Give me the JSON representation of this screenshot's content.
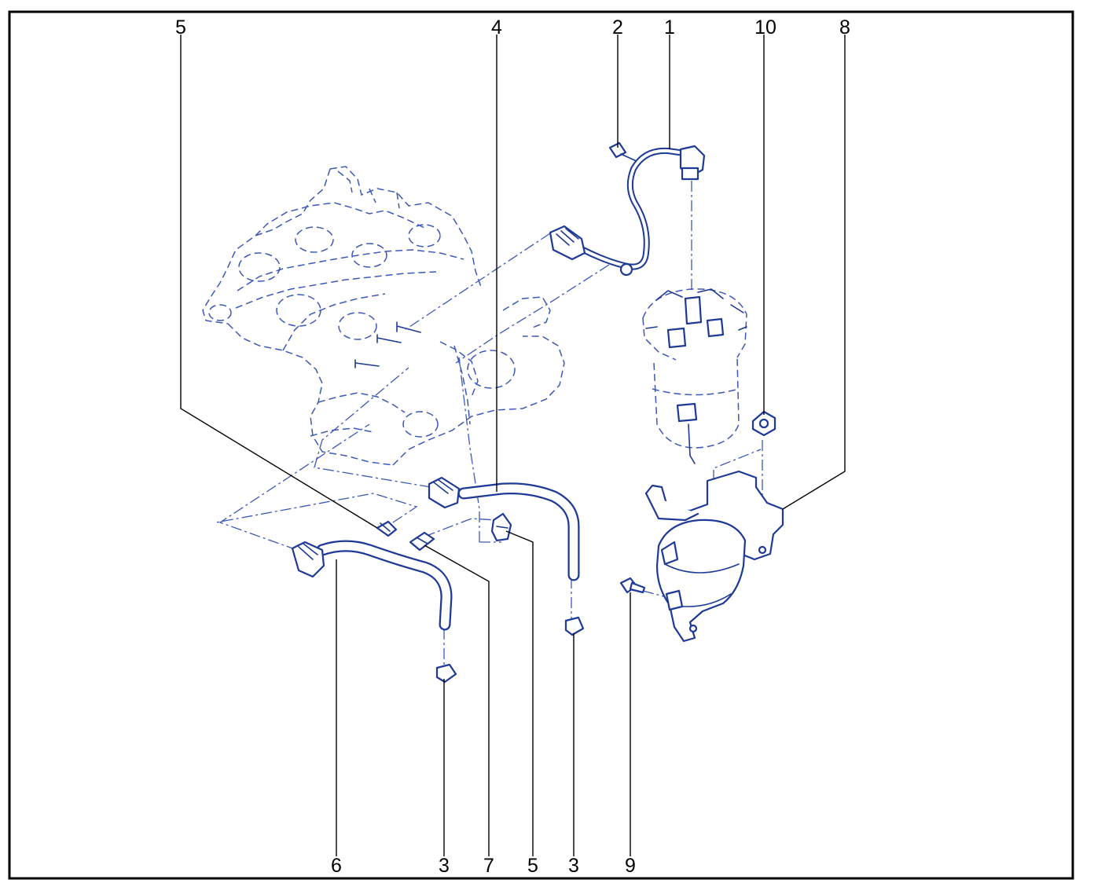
{
  "diagram": {
    "frame_color": "#000000",
    "line_color": "#1e3a96",
    "ghost_color": "#3d58b8",
    "callouts_top": [
      {
        "id": "c5-top",
        "label": "5"
      },
      {
        "id": "c4",
        "label": "4"
      },
      {
        "id": "c2",
        "label": "2"
      },
      {
        "id": "c1",
        "label": "1"
      },
      {
        "id": "c10",
        "label": "10"
      },
      {
        "id": "c8",
        "label": "8"
      }
    ],
    "callouts_bottom": [
      {
        "id": "c6",
        "label": "6"
      },
      {
        "id": "c3-left",
        "label": "3"
      },
      {
        "id": "c7",
        "label": "7"
      },
      {
        "id": "c5-bottom",
        "label": "5"
      },
      {
        "id": "c3-right",
        "label": "3"
      },
      {
        "id": "c9",
        "label": "9"
      }
    ]
  }
}
